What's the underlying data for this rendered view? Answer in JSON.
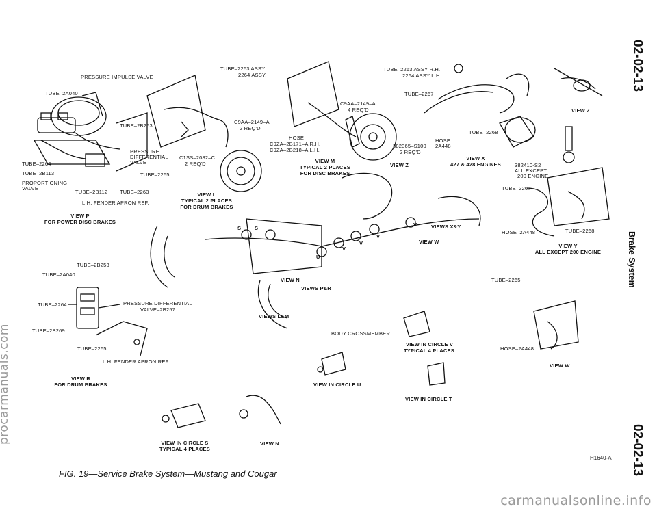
{
  "page": {
    "page_number_top": "02-02-13",
    "page_number_bottom": "02-02-13",
    "section_title": "Brake System",
    "caption": "FIG. 19—Service Brake System—Mustang and Cougar",
    "figure_code": "H1640-A",
    "watermark_side": "procarmanuals.com",
    "watermark_bottom": "carmanualsonline.info"
  },
  "labels": {
    "pressure_impulse_valve": "PRESSURE IMPULSE VALVE",
    "tube_2a040_a": "TUBE–2A040",
    "tube_2b253_a": "TUBE–2B253",
    "pressure_diff_valve_a": "PRESSURE DIFFERENTIAL VALVE",
    "tube_2264_a": "TUBE–2264",
    "tube_2b113": "TUBE–2B113",
    "proportioning_valve": "PROPORTIONING VALVE",
    "tube_2b112": "TUBE–2B112",
    "tube_2263_a": "TUBE–2263",
    "tube_2265_a": "TUBE–2265",
    "lh_fender_a": "L.H. FENDER APRON REF.",
    "view_p": "VIEW P",
    "view_p_sub": "FOR POWER DISC BRAKES",
    "tube_2263_assy": "TUBE–2263 ASSY.",
    "tube_2264_assy": "2264 ASSY.",
    "c9aa_2149_a_l": "C9AA–2149–A",
    "reqd_2_a": "2 REQ'D",
    "c1ss_2082_c": "C1SS–2082–C",
    "reqd_2_b": "2 REQ'D",
    "view_l": "VIEW L",
    "view_l_sub": "TYPICAL 2 PLACES",
    "view_l_sub2": "FOR DRUM BRAKES",
    "c9aa_2149_a_m": "C9AA–2149–A",
    "reqd_4": "4 REQ'D",
    "hose": "HOSE",
    "c9za_rh": "C9ZA–2B171–A R.H.",
    "c9za_lh": "C9ZA–2B218–A L.H.",
    "bolt_382365": "382365–S100",
    "reqd_2_c": "2 REQ'D",
    "view_m": "VIEW M",
    "view_m_sub": "TYPICAL 2 PLACES",
    "view_m_sub2": "FOR DISC BRAKES",
    "view_z_small": "VIEW Z",
    "tube_2263_rh": "TUBE–2263 ASSY R.H.",
    "tube_2264_lh": "2264 ASSY L.H.",
    "tube_2267_x": "TUBE–2267",
    "tube_2268_x": "TUBE–2268",
    "hose_x": "HOSE",
    "hose_2a448_x": "2A448",
    "view_x": "VIEW X",
    "view_x_sub": "427 & 428 ENGINES",
    "view_z": "VIEW Z",
    "code_382410": "382410-S2",
    "all_except": "ALL EXCEPT",
    "engine_200": "200 ENGINE",
    "tube_2267_y": "TUBE–2267",
    "hose_2a448_y": "HOSE–2A448",
    "tube_2268_y": "TUBE–2268",
    "view_y": "VIEW Y",
    "view_y_sub": "ALL EXCEPT 200 ENGINE",
    "view_w_small": "VIEW W",
    "views_xy": "VIEWS X&Y",
    "view_n_small": "VIEW N",
    "views_pr": "VIEWS P&R",
    "views_lm": "VIEWS L&M",
    "s1": "S",
    "s2": "S",
    "u": "U",
    "v1": "V",
    "v2": "V",
    "v3": "V",
    "v4": "V",
    "tube_2b253_r": "TUBE–2B253",
    "tube_2a040_r": "TUBE–2A040",
    "tube_2264_r": "TUBE–2264",
    "pressure_diff_r": "PRESSURE DIFFERENTIAL",
    "valve_2b257": "VALVE–2B257",
    "tube_2b269": "TUBE–2B269",
    "tube_2265_r": "TUBE–2265",
    "lh_fender_r": "L.H. FENDER APRON REF.",
    "view_r": "VIEW R",
    "view_r_sub": "FOR DRUM BRAKES",
    "body_crossmember": "BODY CROSSMEMBER",
    "view_circle_u": "VIEW IN CIRCLE U",
    "view_circle_v": "VIEW IN CIRCLE V",
    "view_circle_v_sub": "TYPICAL 4 PLACES",
    "view_circle_t": "VIEW IN CIRCLE T",
    "tube_2265_w": "TUBE–2265",
    "hose_2a448_w": "HOSE–2A448",
    "view_w": "VIEW W",
    "view_circle_s": "VIEW IN CIRCLE S",
    "view_circle_s_sub": "TYPICAL 4 PLACES",
    "view_n": "VIEW N"
  }
}
